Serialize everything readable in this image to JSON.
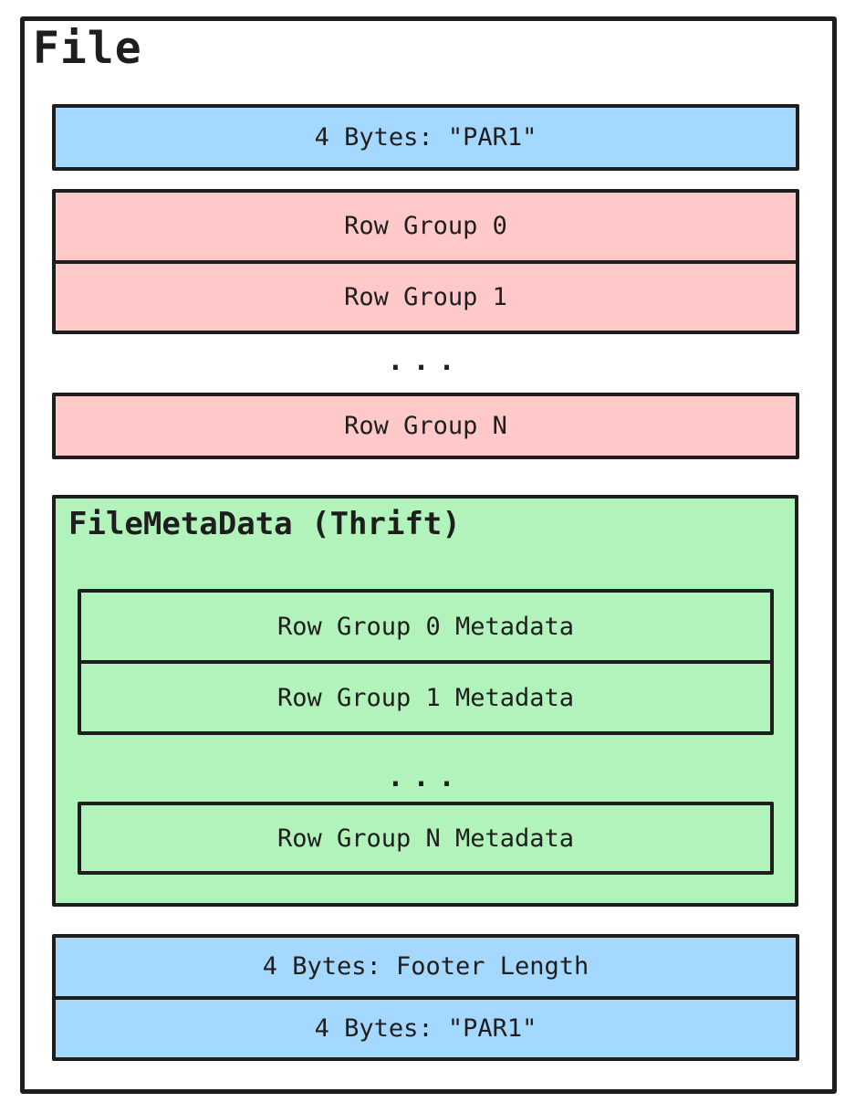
{
  "colors": {
    "blue": "#a5d8ff",
    "pink": "#ffc9c9",
    "green": "#b2f2bb",
    "stroke": "#1e1e1e"
  },
  "file": {
    "label": "File",
    "header_magic": "4 Bytes: \"PAR1\"",
    "row_groups": {
      "item_0": "Row Group 0",
      "item_1": "Row Group 1",
      "ellipsis": "...",
      "item_n": "Row Group N"
    },
    "file_metadata": {
      "label": "FileMetaData (Thrift)",
      "item_0": "Row Group 0 Metadata",
      "item_1": "Row Group 1 Metadata",
      "ellipsis": "...",
      "item_n": "Row Group N Metadata"
    },
    "footer": {
      "length": "4 Bytes: Footer Length",
      "magic": "4 Bytes: \"PAR1\""
    }
  }
}
